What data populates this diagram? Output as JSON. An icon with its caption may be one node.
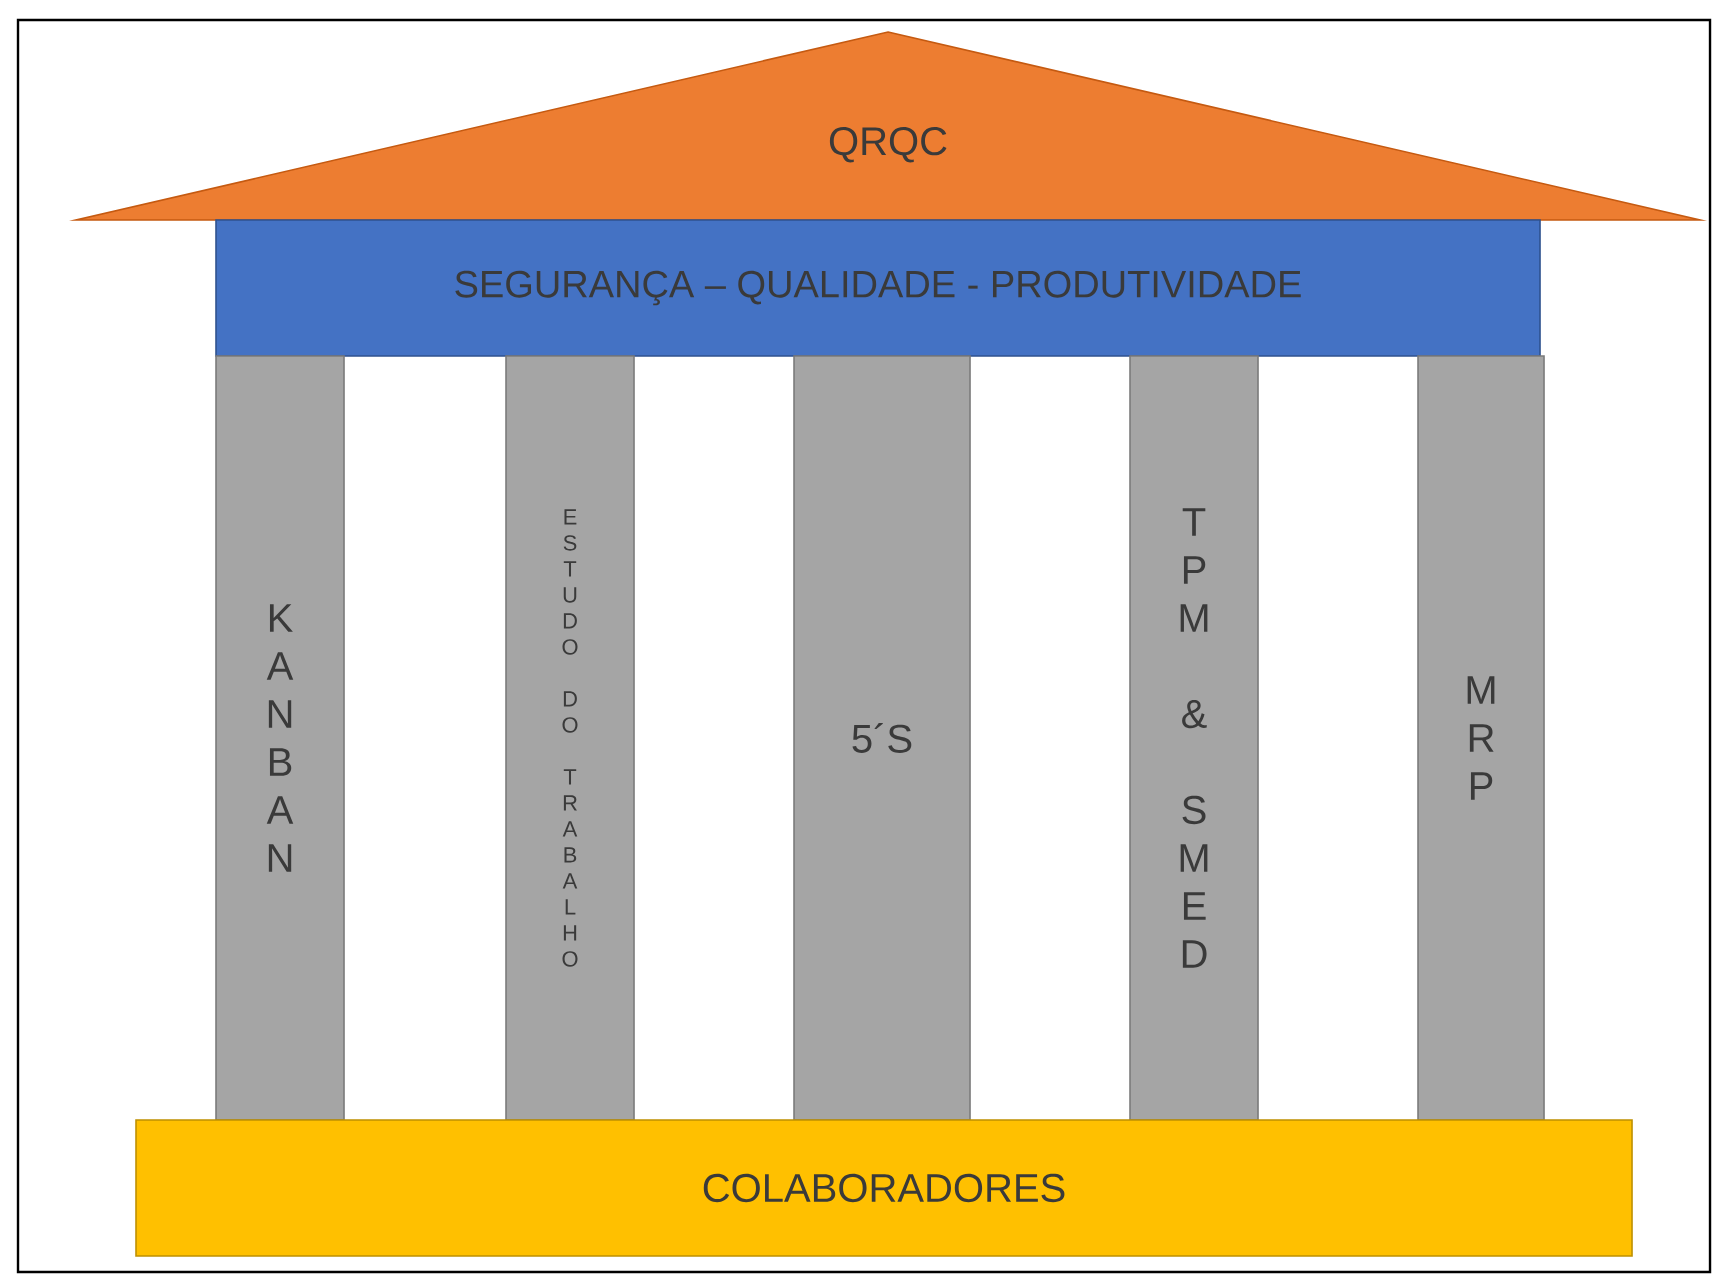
{
  "diagram": {
    "nodes": [
      {
        "text": [
          "QRQC"
        ]
      },
      {
        "text": [
          "SEGURANÇA – QUALIDADE - PRODUTIVIDADE"
        ]
      },
      {
        "text": [
          "KANBAN"
        ]
      },
      {
        "text": [
          "ESTUDO DO TRABALHO"
        ]
      },
      {
        "text": [
          "5´S"
        ]
      },
      {
        "text": [
          "TPM & SMED"
        ]
      },
      {
        "text": [
          "MRP"
        ]
      },
      {
        "text": [
          "COLABORADORES"
        ]
      }
    ]
  }
}
